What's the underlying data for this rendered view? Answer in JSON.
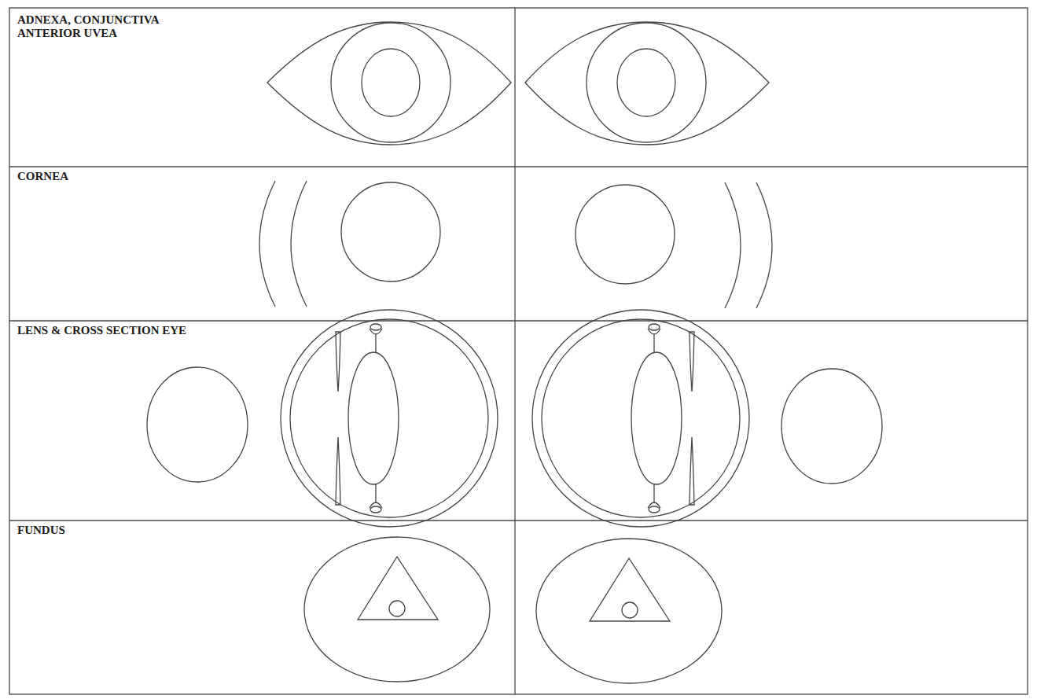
{
  "diagram": {
    "labels": [
      "ADNEXA, CONJUNCTIVA ANTERIOR UVEA",
      "CORNEA",
      "LENS & CROSS SECTION EYE",
      "FUNDUS"
    ]
  }
}
